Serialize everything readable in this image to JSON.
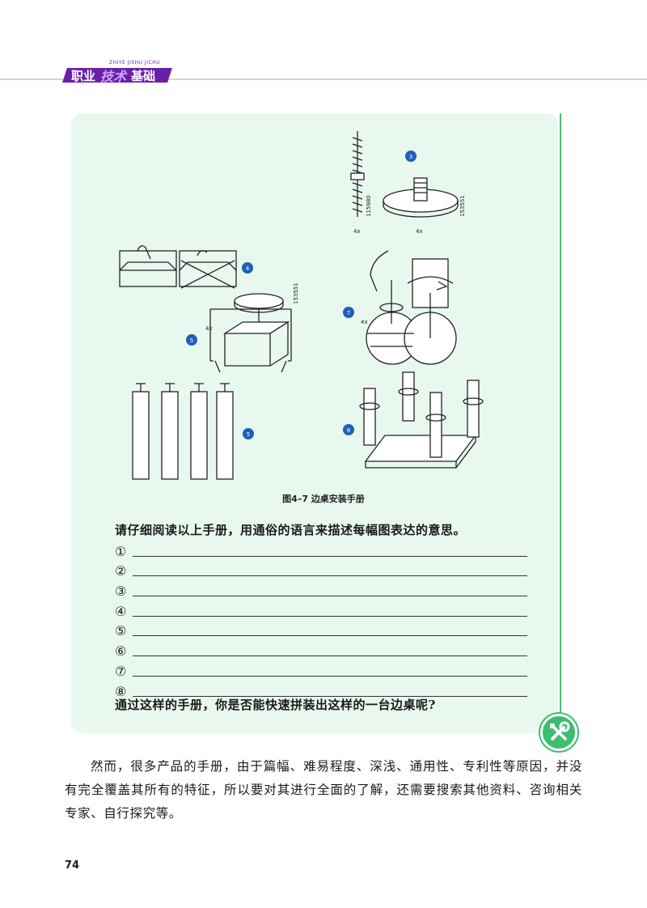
{
  "header": {
    "small_text": "ZHIYE JISHU JICHU",
    "title_part1": "职业",
    "title_part2": "技术",
    "title_part3": "基础"
  },
  "figure": {
    "caption": "图4–7  边桌安装手册",
    "step_numbers": [
      "3",
      "4",
      "5",
      "5",
      "7",
      "8"
    ],
    "part_codes": [
      "115980",
      "153551",
      "153551"
    ],
    "quantities": [
      "4x",
      "4x",
      "4x",
      "4x"
    ]
  },
  "exercise": {
    "prompt": "请仔细阅读以上手册，用通俗的语言来描述每幅图表达的意思。",
    "items": [
      "①",
      "②",
      "③",
      "④",
      "⑤",
      "⑥",
      "⑦",
      "⑧"
    ],
    "question": "通过这样的手册，你是否能快速拼装出这样的一台边桌呢?"
  },
  "body": {
    "paragraph": "然而，很多产品的手册，由于篇幅、难易程度、深浅、通用性、专利性等原因，并没有完全覆盖其所有的特征，所以要对其进行全面的了解，还需要搜索其他资料、咨询相关专家、自行探究等。"
  },
  "page_number": "74",
  "colors": {
    "header_purple": "#6a1fa8",
    "panel_green": "#e8f8ef",
    "accent_green": "#3dbd6e",
    "step_blue": "#1f5fb8"
  },
  "icons": {
    "badge": "tools-icon"
  }
}
